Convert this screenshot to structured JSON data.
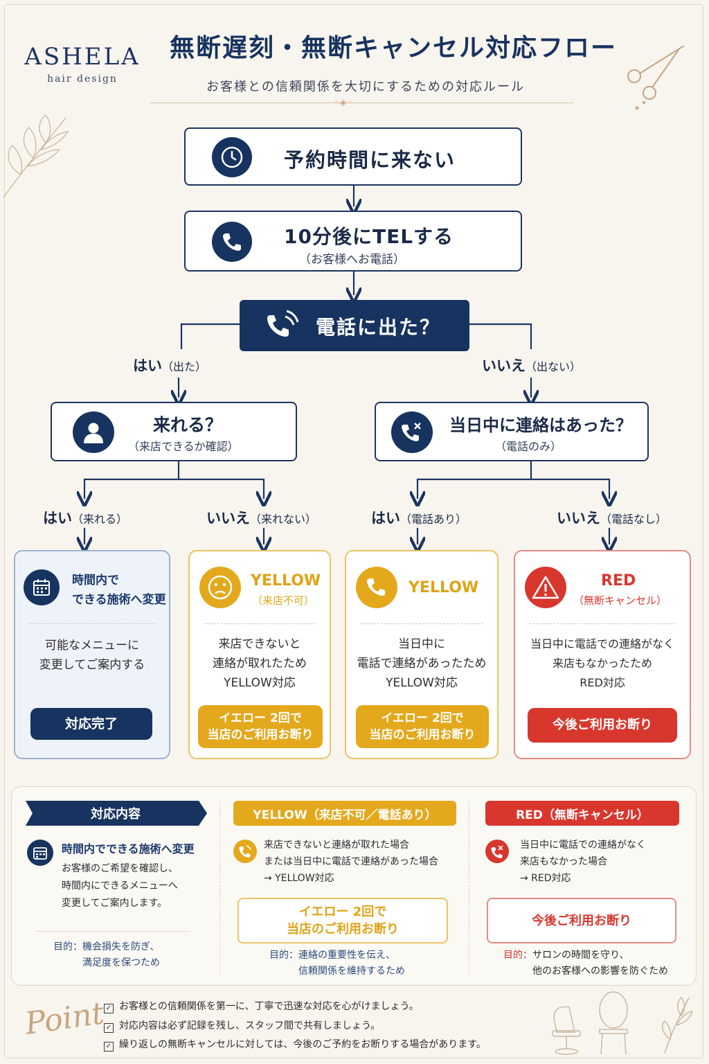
{
  "brand": {
    "name": "ASHELA",
    "sub": "hair design"
  },
  "header": {
    "title": "無断遅刻・無断キャンセル対応フロー",
    "subtitle": "お客様との信頼関係を大切にするための対応ルール"
  },
  "flow": {
    "step1": {
      "text": "予約時間に来ない",
      "icon": "clock-icon"
    },
    "step2": {
      "text": "10分後にTELする",
      "sub": "（お客様へお電話）",
      "icon": "phone-icon"
    },
    "decision": {
      "text": "電話に出た？",
      "icon": "phone-ringing-icon"
    },
    "branch_yes": {
      "main": "はい",
      "note": "（出た）"
    },
    "branch_no": {
      "main": "いいえ",
      "note": "（出ない）"
    },
    "q_come": {
      "text": "来れる？",
      "sub": "（来店できるか確認）",
      "icon": "person-icon"
    },
    "q_contact": {
      "text": "当日中に連絡はあった？",
      "sub": "（電話のみ）",
      "icon": "phone-missed-icon"
    },
    "labels": [
      {
        "main": "はい",
        "note": "（来れる）"
      },
      {
        "main": "いいえ",
        "note": "（来れない）"
      },
      {
        "main": "はい",
        "note": "（電話あり）"
      },
      {
        "main": "いいえ",
        "note": "（電話なし）"
      }
    ]
  },
  "cards": [
    {
      "title": "時間内で\nできる施術へ変更",
      "sub": "",
      "body": "可能なメニューに\n変更してご案内する",
      "button": "対応完了",
      "icon": "calendar-icon",
      "color": "#17335f"
    },
    {
      "title": "YELLOW",
      "sub": "（来店不可）",
      "body": "来店できないと\n連絡が取れたため\nYELLOW対応",
      "button": "イエロー 2回で\n当店のご利用お断り",
      "icon": "sad-face-icon",
      "color": "#e3a81c"
    },
    {
      "title": "YELLOW",
      "sub": "",
      "body": "当日中に\n電話で連絡があったため\nYELLOW対応",
      "button": "イエロー 2回で\n当店のご利用お断り",
      "icon": "phone-icon",
      "color": "#e3a81c"
    },
    {
      "title": "RED",
      "sub": "（無断キャンセル）",
      "body": "当日中に電話での連絡がなく\n来店もなかったため\nRED対応",
      "button": "今後ご利用お断り",
      "icon": "warning-icon",
      "color": "#d8372e"
    }
  ],
  "summary": {
    "col1": {
      "header": "対応内容",
      "heading": "時間内でできる施術へ変更",
      "text": "お客様のご希望を確認し、\n時間内にできるメニューへ\n変更してご案内します。",
      "purpose": "目的：機会損失を防ぎ、\n　　　満足度を保つため"
    },
    "col2": {
      "header": "YELLOW（来店不可／電話あり）",
      "text": "来店できないと連絡が取れた場合\nまたは当日中に電話で連絡があった場合\n→ YELLOW対応",
      "button": "イエロー 2回で\n当店のご利用お断り",
      "purpose": "目的：連絡の重要性を伝え、\n　　　信頼関係を維持するため"
    },
    "col3": {
      "header": "RED（無断キャンセル）",
      "text": "当日中に電話での連絡がなく\n来店もなかった場合\n→ RED対応",
      "button": "今後ご利用お断り",
      "purpose_label": "目的：",
      "purpose": "サロンの時間を守り、\n他のお客様への影響を防ぐため"
    }
  },
  "points": {
    "label": "Point",
    "items": [
      "お客様との信頼関係を第一に、丁寧で迅速な対応を心がけましょう。",
      "対応内容は必ず記録を残し、スタッフ間で共有しましょう。",
      "繰り返しの無断キャンセルに対しては、今後のご予約をお断りする場合があります。"
    ]
  },
  "colors": {
    "navy": "#17335f",
    "yellow": "#e3a81c",
    "red": "#d8372e",
    "background": "#f8f5ef"
  }
}
